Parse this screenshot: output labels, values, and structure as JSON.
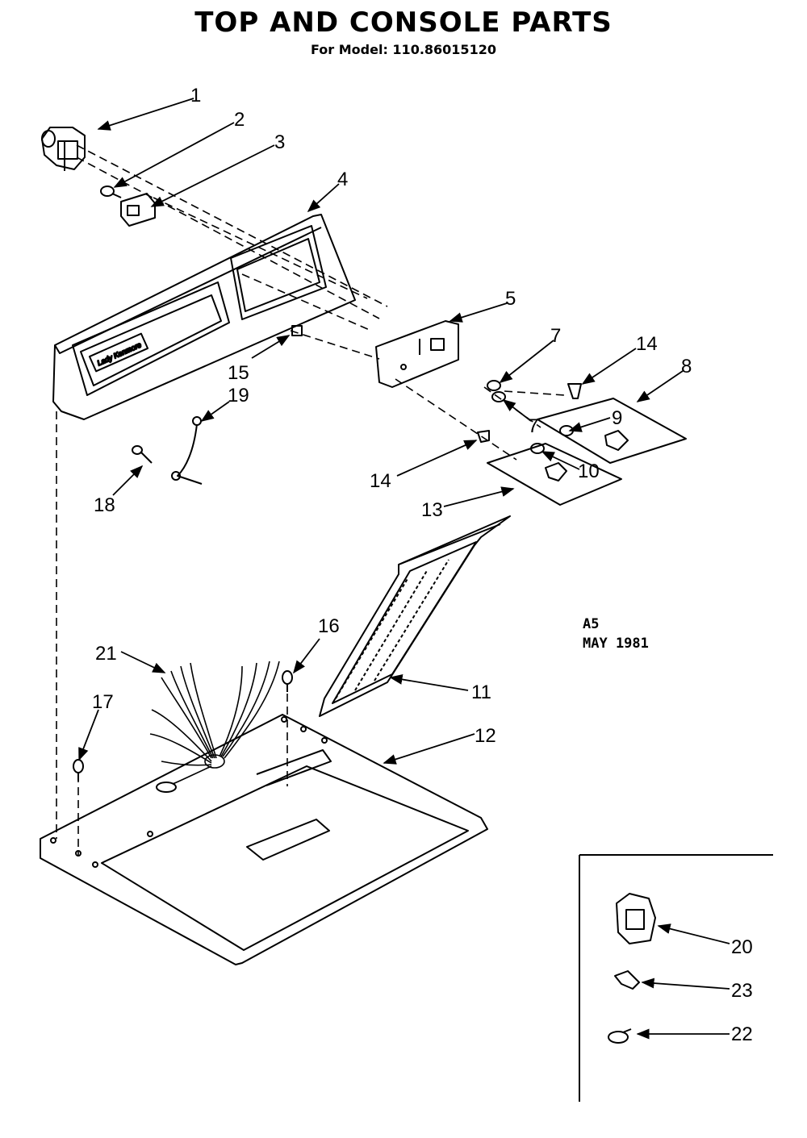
{
  "title": "TOP AND CONSOLE PARTS",
  "subtitle": "For Model: 110.86015120",
  "stamp": {
    "code": "A5",
    "date": "MAY 1981"
  },
  "console_badge": "Lady Kenmore",
  "callouts": [
    "1",
    "2",
    "3",
    "4",
    "5",
    "7",
    "7",
    "14",
    "8",
    "9",
    "10",
    "14",
    "13",
    "15",
    "19",
    "18",
    "16",
    "11",
    "21",
    "17",
    "12",
    "20",
    "23",
    "22"
  ],
  "colors": {
    "ink": "#000000",
    "paper": "#ffffff"
  }
}
